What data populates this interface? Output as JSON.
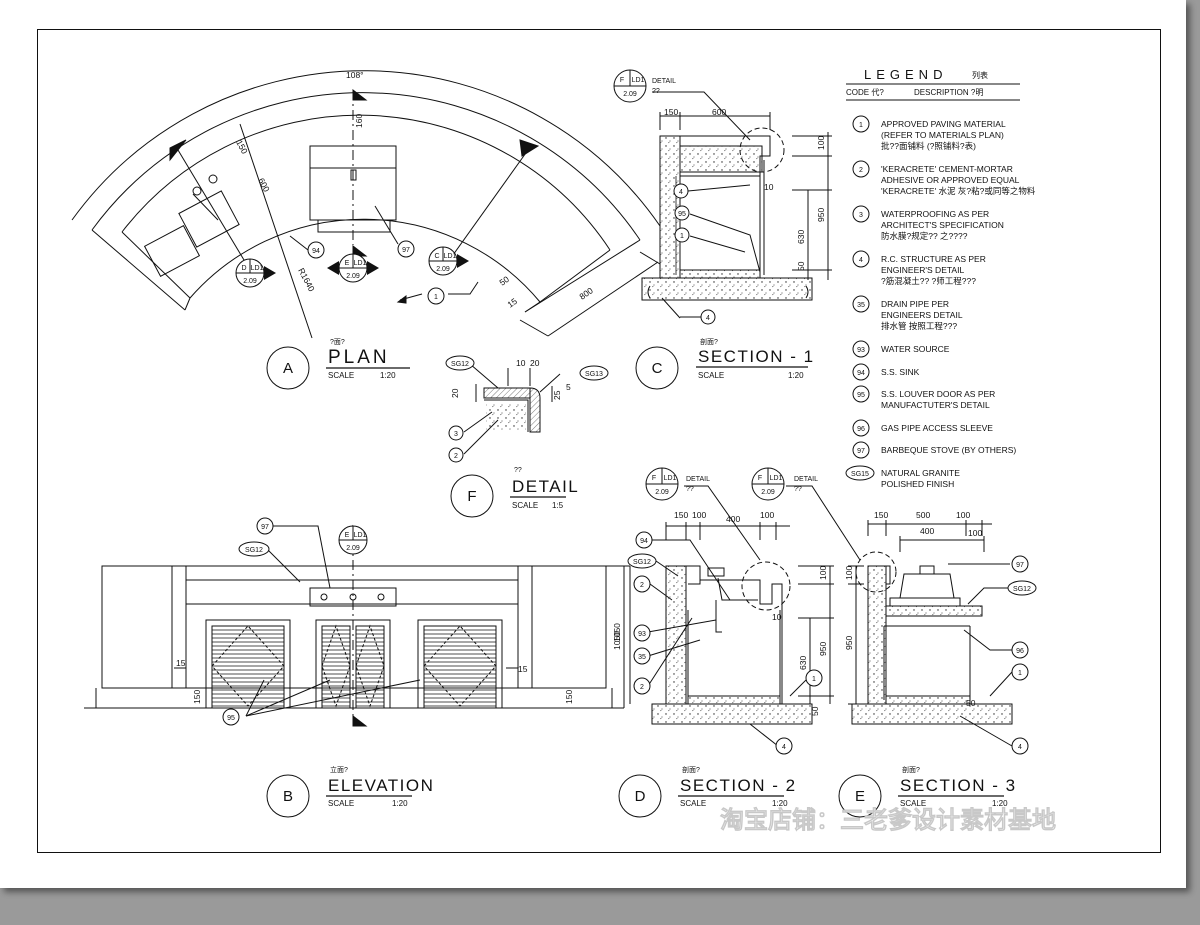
{
  "drawing": {
    "plan": {
      "letter": "A",
      "title": "PLAN",
      "cn_title": "?面?",
      "scale_label": "SCALE",
      "scale": "1:20",
      "dims": {
        "arc": "108°",
        "d150": "150",
        "d600": "600",
        "d160": "160",
        "d50": "50",
        "d15": "15",
        "d800": "800",
        "r": "R1640"
      },
      "tags": [
        "94",
        "97",
        "1"
      ],
      "callouts": [
        {
          "letter": "D",
          "sheet": "LD1",
          "page": "2.09"
        },
        {
          "letter": "E",
          "sheet": "LD1",
          "page": "2.09"
        },
        {
          "letter": "C",
          "sheet": "LD1",
          "page": "2.09"
        }
      ]
    },
    "section1": {
      "letter": "C",
      "title": "SECTION - 1",
      "cn_title": "剖面?",
      "scale_label": "SCALE",
      "scale": "1:20",
      "ref": {
        "letter": "F",
        "sheet": "LD1",
        "page": "2.09",
        "label": "DETAIL",
        "cn": "??"
      },
      "dims": {
        "d150": "150",
        "d600": "600",
        "d100": "100",
        "d10": "10",
        "d950": "950",
        "d630": "630",
        "d50": "50"
      },
      "tags": [
        "4",
        "95",
        "1",
        "4"
      ]
    },
    "detail": {
      "letter": "F",
      "title": "DETAIL",
      "cn_title": "??",
      "scale_label": "SCALE",
      "scale": "1:5",
      "dims": {
        "d10": "10",
        "d20": "20",
        "d25": "25",
        "d5": "5",
        "d20b": "20"
      },
      "tags": [
        "SG12",
        "SG13",
        "3",
        "2"
      ]
    },
    "elevation": {
      "letter": "B",
      "title": "ELEVATION",
      "cn_title": "立面?",
      "scale_label": "SCALE",
      "scale": "1:20",
      "ref": {
        "letter": "E",
        "sheet": "LD1",
        "page": "2.09"
      },
      "dims": {
        "d15": "15",
        "d150": "150",
        "d15b": "15",
        "d150b": "150",
        "d1050": "1050"
      },
      "tags": [
        "97",
        "SG12",
        "95"
      ]
    },
    "section2": {
      "letter": "D",
      "title": "SECTION - 2",
      "cn_title": "剖面?",
      "scale_label": "SCALE",
      "scale": "1:20",
      "ref": {
        "letter": "F",
        "sheet": "LD1",
        "page": "2.09",
        "label": "DETAIL",
        "cn": "??"
      },
      "dims": {
        "d150": "150",
        "d100": "100",
        "d400": "400",
        "d100b": "100",
        "d10": "10",
        "d100c": "100",
        "d950": "950",
        "d630": "630",
        "d50": "50",
        "d1050": "1050"
      },
      "tags": [
        "94",
        "SG12",
        "2",
        "93",
        "35",
        "2",
        "1",
        "4"
      ]
    },
    "section3": {
      "letter": "E",
      "title": "SECTION - 3",
      "cn_title": "剖面?",
      "scale_label": "SCALE",
      "scale": "1:20",
      "ref": {
        "letter": "F",
        "sheet": "LD1",
        "page": "2.09",
        "label": "DETAIL",
        "cn": "??"
      },
      "dims": {
        "d150": "150",
        "d500": "500",
        "d100": "100",
        "d400": "400",
        "d100b": "100",
        "d100c": "100",
        "d950": "950",
        "d50": "50"
      },
      "tags": [
        "97",
        "SG12",
        "96",
        "1",
        "4"
      ]
    },
    "legend": {
      "title": "LEGEND",
      "title_cn": "列表",
      "code_header": "CODE 代?",
      "desc_header": "DESCRIPTION ?明",
      "items": [
        {
          "code": "1",
          "lines": [
            "APPROVED PAVING MATERIAL",
            "(REFER TO MATERIALS PLAN)",
            "批??面铺料      (?照铺料?表)"
          ]
        },
        {
          "code": "2",
          "lines": [
            "'KERACRETE' CEMENT-MORTAR",
            "ADHESIVE OR APPROVED EQUAL",
            "'KERACRETE' 水泥 灰?粘?或同等之物料"
          ]
        },
        {
          "code": "3",
          "lines": [
            "WATERPROOFING AS PER",
            "ARCHITECT'S SPECIFICATION",
            "防水膜?规定??          之????"
          ]
        },
        {
          "code": "4",
          "lines": [
            "R.C. STRUCTURE AS PER",
            "ENGINEER'S DETAIL",
            "?筋混凝土??      ?师工程???"
          ]
        },
        {
          "code": "35",
          "lines": [
            "DRAIN PIPE PER",
            "ENGINEERS DETAIL",
            "排水管  按照工程???"
          ]
        },
        {
          "code": "93",
          "lines": [
            "WATER  SOURCE"
          ]
        },
        {
          "code": "94",
          "lines": [
            "S.S. SINK"
          ]
        },
        {
          "code": "95",
          "lines": [
            "S.S. LOUVER DOOR AS PER",
            "MANUFACTUTER'S DETAIL"
          ]
        },
        {
          "code": "96",
          "lines": [
            "GAS PIPE ACCESS SLEEVE"
          ]
        },
        {
          "code": "97",
          "lines": [
            "BARBEQUE STOVE (BY OTHERS)"
          ]
        },
        {
          "code": "SG15",
          "lines": [
            "NATURAL GRANITE",
            "POLISHED FINISH"
          ]
        }
      ]
    },
    "watermark": "淘宝店铺：三老爹设计素材基地"
  }
}
